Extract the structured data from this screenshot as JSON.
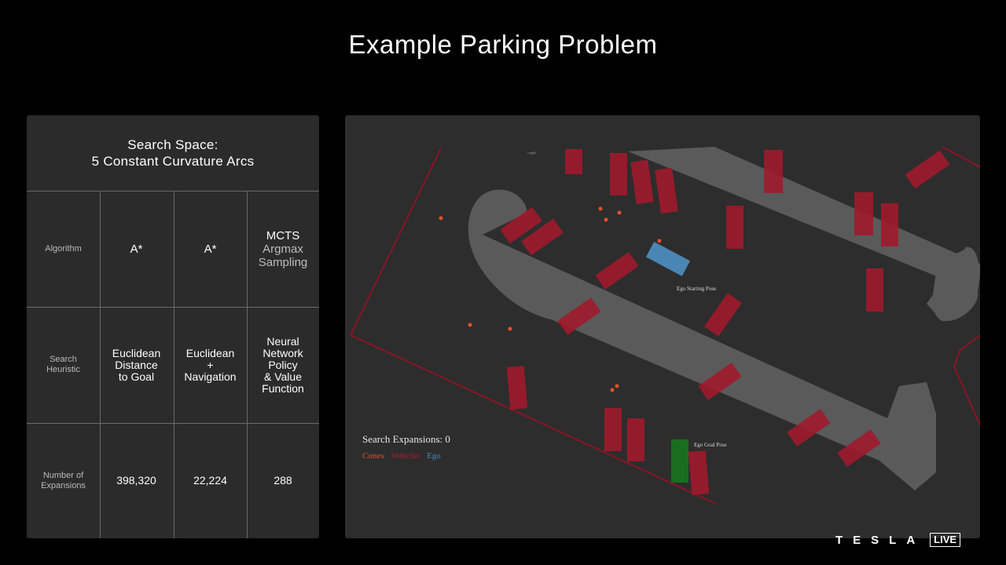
{
  "title": "Example Parking Problem",
  "search_space": {
    "line1": "Search Space:",
    "line2": "5 Constant Curvature Arcs"
  },
  "table": {
    "algorithm": {
      "label": "Algorithm",
      "values": [
        "A*",
        "A*"
      ],
      "mcts": [
        "MCTS",
        "Argmax",
        "Sampling"
      ]
    },
    "heuristic": {
      "label": [
        "Search",
        "Heuristic"
      ],
      "col1": [
        "Euclidean",
        "Distance",
        "to Goal"
      ],
      "col2": [
        "Euclidean",
        "+",
        "Navigation"
      ],
      "col3": [
        "Neural",
        "Network",
        "Policy",
        "& Value",
        "Function"
      ]
    },
    "expansions": {
      "label": [
        "Number of",
        "Expansions"
      ],
      "values": [
        "398,320",
        "22,224",
        "288"
      ]
    }
  },
  "sim": {
    "expansions_text": "Search Expansions: 0",
    "legend": {
      "cones": "Cones",
      "vehicles": "Vehicles",
      "ego": "Ego"
    },
    "start_label": "Ego Starting Pose",
    "goal_label": "Ego Goal Pose",
    "colors": {
      "cones": "#e0522d",
      "vehicles": "#b5182f",
      "ego": "#4a86b4",
      "goal": "#1a6e1e",
      "obstacle": "#5a5a5a"
    }
  },
  "brand": {
    "word": "TESLA",
    "badge": "LIVE"
  }
}
